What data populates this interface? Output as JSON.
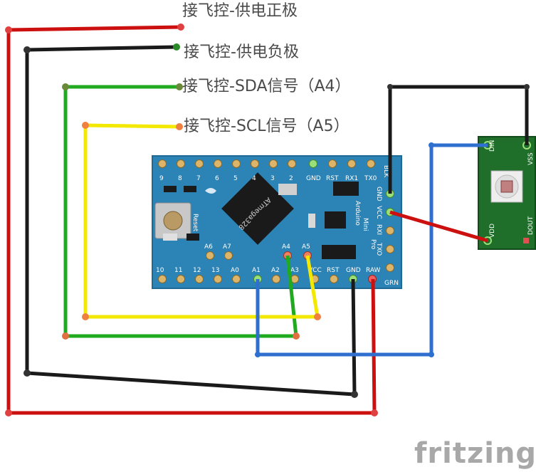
{
  "labels": {
    "power_positive": "接飞控-供电正极",
    "power_negative": "接飞控-供电负极",
    "sda": "接飞控-SDA信号（A4）",
    "scl": "接飞控-SCL信号（A5）"
  },
  "board": {
    "top_pins": [
      "9",
      "8",
      "7",
      "6",
      "5",
      "4",
      "3",
      "2",
      "GND",
      "RST",
      "RX1",
      "TX0"
    ],
    "bottom_pins": [
      "10",
      "11",
      "12",
      "13",
      "A0",
      "A1",
      "A2",
      "A3",
      "VCC",
      "RST",
      "GND",
      "RAW"
    ],
    "right_pins": [
      "BLK",
      "GND",
      "VCC",
      "RXI",
      "TXO",
      "GRN"
    ],
    "analog_pins": [
      "A6",
      "A7",
      "A4",
      "A5"
    ],
    "chip_label": "ATmega328",
    "reset_label": "Reset",
    "name_lines": [
      "Arduino",
      "Mini",
      "Pro"
    ]
  },
  "led_module": {
    "pins": [
      "DIN",
      "VSS",
      "VDD",
      "DOUT"
    ]
  },
  "brand": "fritzing",
  "colors": {
    "board": "#2c83b5",
    "red_wire": "#cc1010",
    "black_wire": "#1a1a1a",
    "green_wire": "#1faa1f",
    "yellow_wire": "#f2e800",
    "blue_wire": "#2f6fcf",
    "led_pcb": "#1f6f2a"
  }
}
